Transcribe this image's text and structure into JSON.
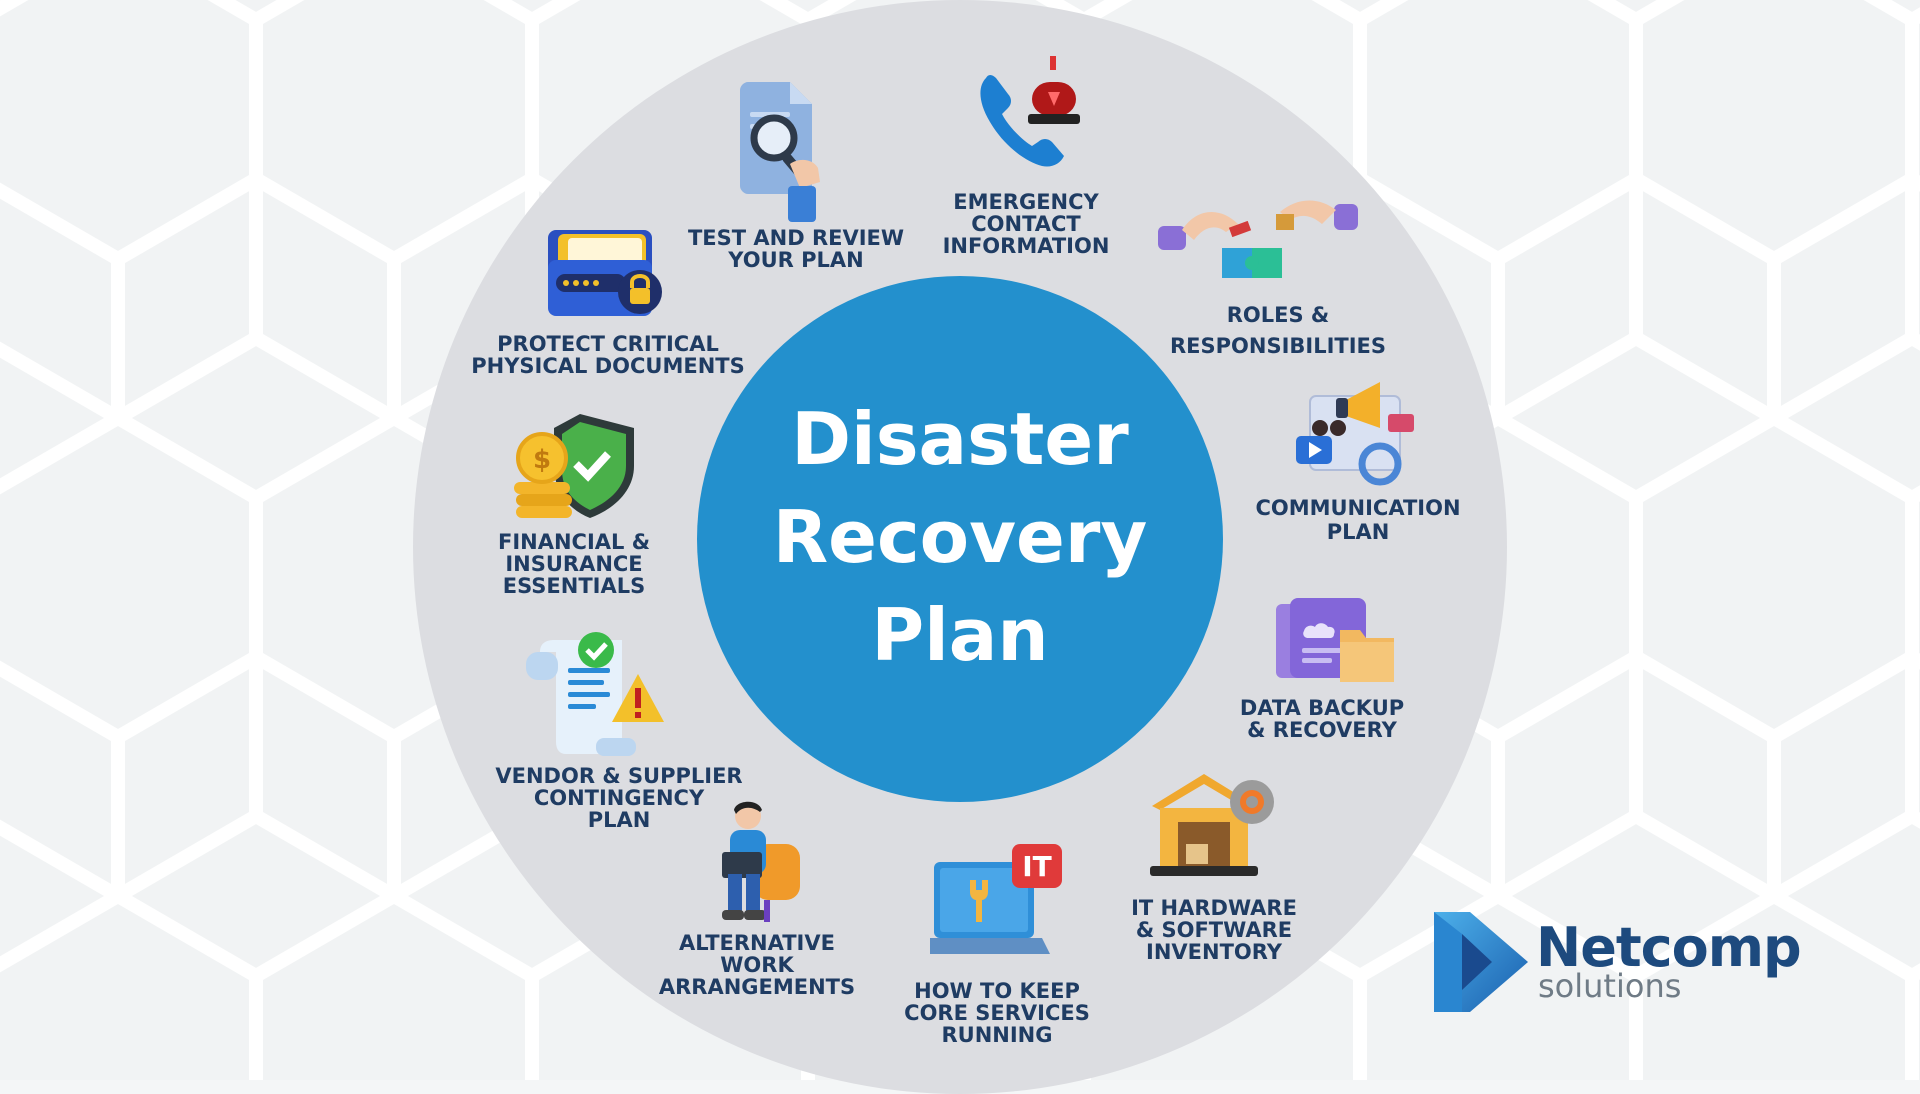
{
  "diagram": {
    "title_lines": [
      "Disaster",
      "Recovery",
      "Plan"
    ],
    "items": [
      {
        "icon": "phone-alarm-icon",
        "lines": [
          "EMERGENCY",
          "CONTACT",
          "INFORMATION"
        ]
      },
      {
        "icon": "puzzle-hands-icon",
        "lines": [
          "ROLES &",
          "RESPONSIBILITIES"
        ]
      },
      {
        "icon": "megaphone-media-icon",
        "lines": [
          "COMMUNICATION",
          "PLAN"
        ]
      },
      {
        "icon": "cloud-folder-icon",
        "lines": [
          "DATA BACKUP",
          "& RECOVERY"
        ]
      },
      {
        "icon": "warehouse-gear-icon",
        "lines": [
          "IT HARDWARE",
          "& SOFTWARE",
          "INVENTORY"
        ]
      },
      {
        "icon": "laptop-it-wrench-icon",
        "lines": [
          "HOW TO KEEP",
          "CORE SERVICES",
          "RUNNING"
        ]
      },
      {
        "icon": "person-laptop-chair-icon",
        "lines": [
          "ALTERNATIVE",
          "WORK",
          "ARRANGEMENTS"
        ]
      },
      {
        "icon": "document-warning-icon",
        "lines": [
          "VENDOR & SUPPLIER",
          "CONTINGENCY",
          "PLAN"
        ]
      },
      {
        "icon": "coins-shield-icon",
        "lines": [
          "FINANCIAL &",
          "INSURANCE",
          "ESSENTIALS"
        ]
      },
      {
        "icon": "card-folder-lock-icon",
        "lines": [
          "PROTECT CRITICAL",
          "PHYSICAL DOCUMENTS"
        ]
      },
      {
        "icon": "document-magnifier-icon",
        "lines": [
          "TEST AND REVIEW",
          "YOUR PLAN"
        ]
      }
    ]
  },
  "brand": {
    "name": "Netcomp",
    "sub": "solutions",
    "icon": "netcomp-logo-icon"
  },
  "colors": {
    "ring": "#dcdde1",
    "center": "#2390cd",
    "label": "#1f3c63",
    "brand": "#1d4a7e",
    "background": "#f4f6f7"
  }
}
